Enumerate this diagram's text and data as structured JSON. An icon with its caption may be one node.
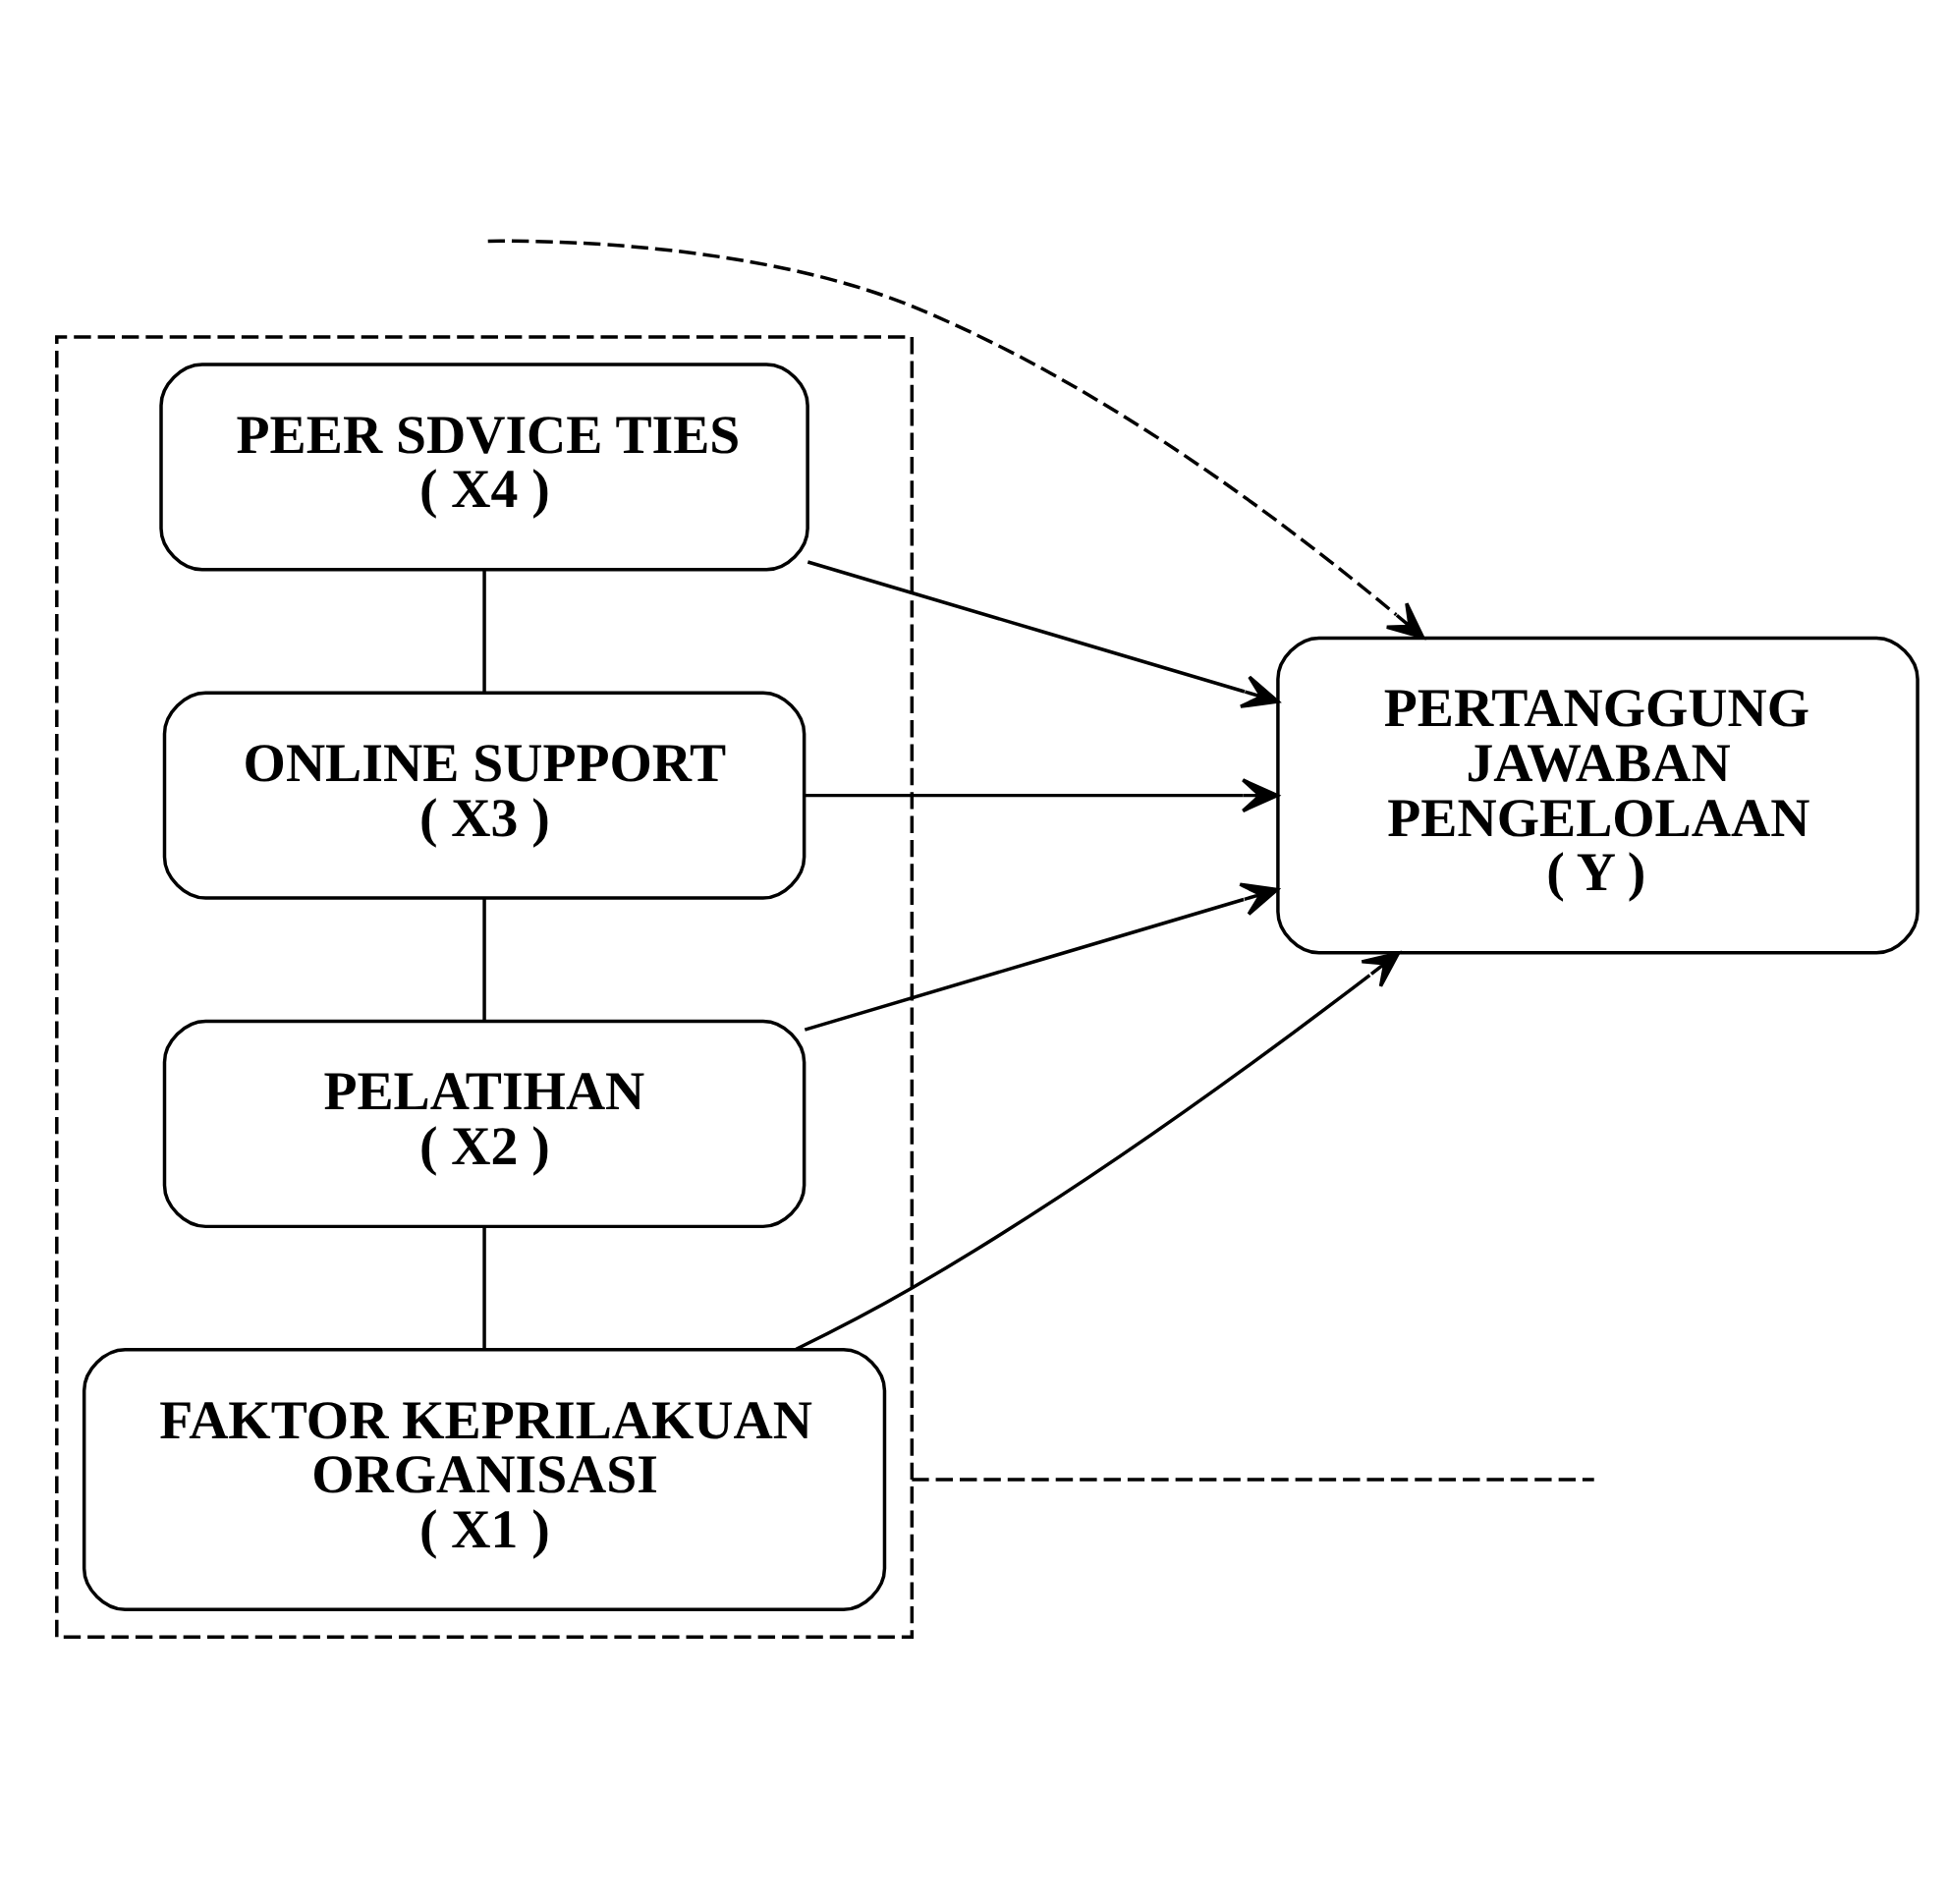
{
  "diagram": {
    "nodes": [
      {
        "text": [],
        "shape": "box"
      },
      {
        "text": [
          "FAKTOR KEPRILAKUAN ORGANISASI",
          "( X1 )"
        ],
        "in": 0
      },
      {
        "text": [
          "PELATIHAN",
          "( X2 )"
        ],
        "in": 0
      },
      {
        "text": [
          "ONLINE SUPPORT",
          "( X3 )"
        ],
        "in": 0
      },
      {
        "text": [
          "PEER SDVICE TIES",
          "( X4 )"
        ],
        "in": 0
      },
      {
        "text": [
          "PERTANGGUNG JAWABAN PENGELOLAAN",
          "( Y )"
        ]
      }
    ],
    "edges": [
      {
        "from": 1,
        "to": 2,
        "arrow": "none"
      },
      {
        "from": 2,
        "to": 3,
        "arrow": "none"
      },
      {
        "from": 3,
        "to": 4,
        "arrow": "none"
      },
      {
        "from": 1,
        "to": 5,
        "arrow": "to"
      },
      {
        "from": 2,
        "to": 5,
        "arrow": "to"
      },
      {
        "from": 3,
        "to": 5,
        "arrow": "to"
      },
      {
        "from": 4,
        "to": 5,
        "arrow": "to"
      },
      {
        "from": 0,
        "to": null,
        "arrow": "none",
        "style": "dashed"
      },
      {
        "from": null,
        "to": 5,
        "arrow": "to",
        "style": "dashed"
      }
    ]
  }
}
